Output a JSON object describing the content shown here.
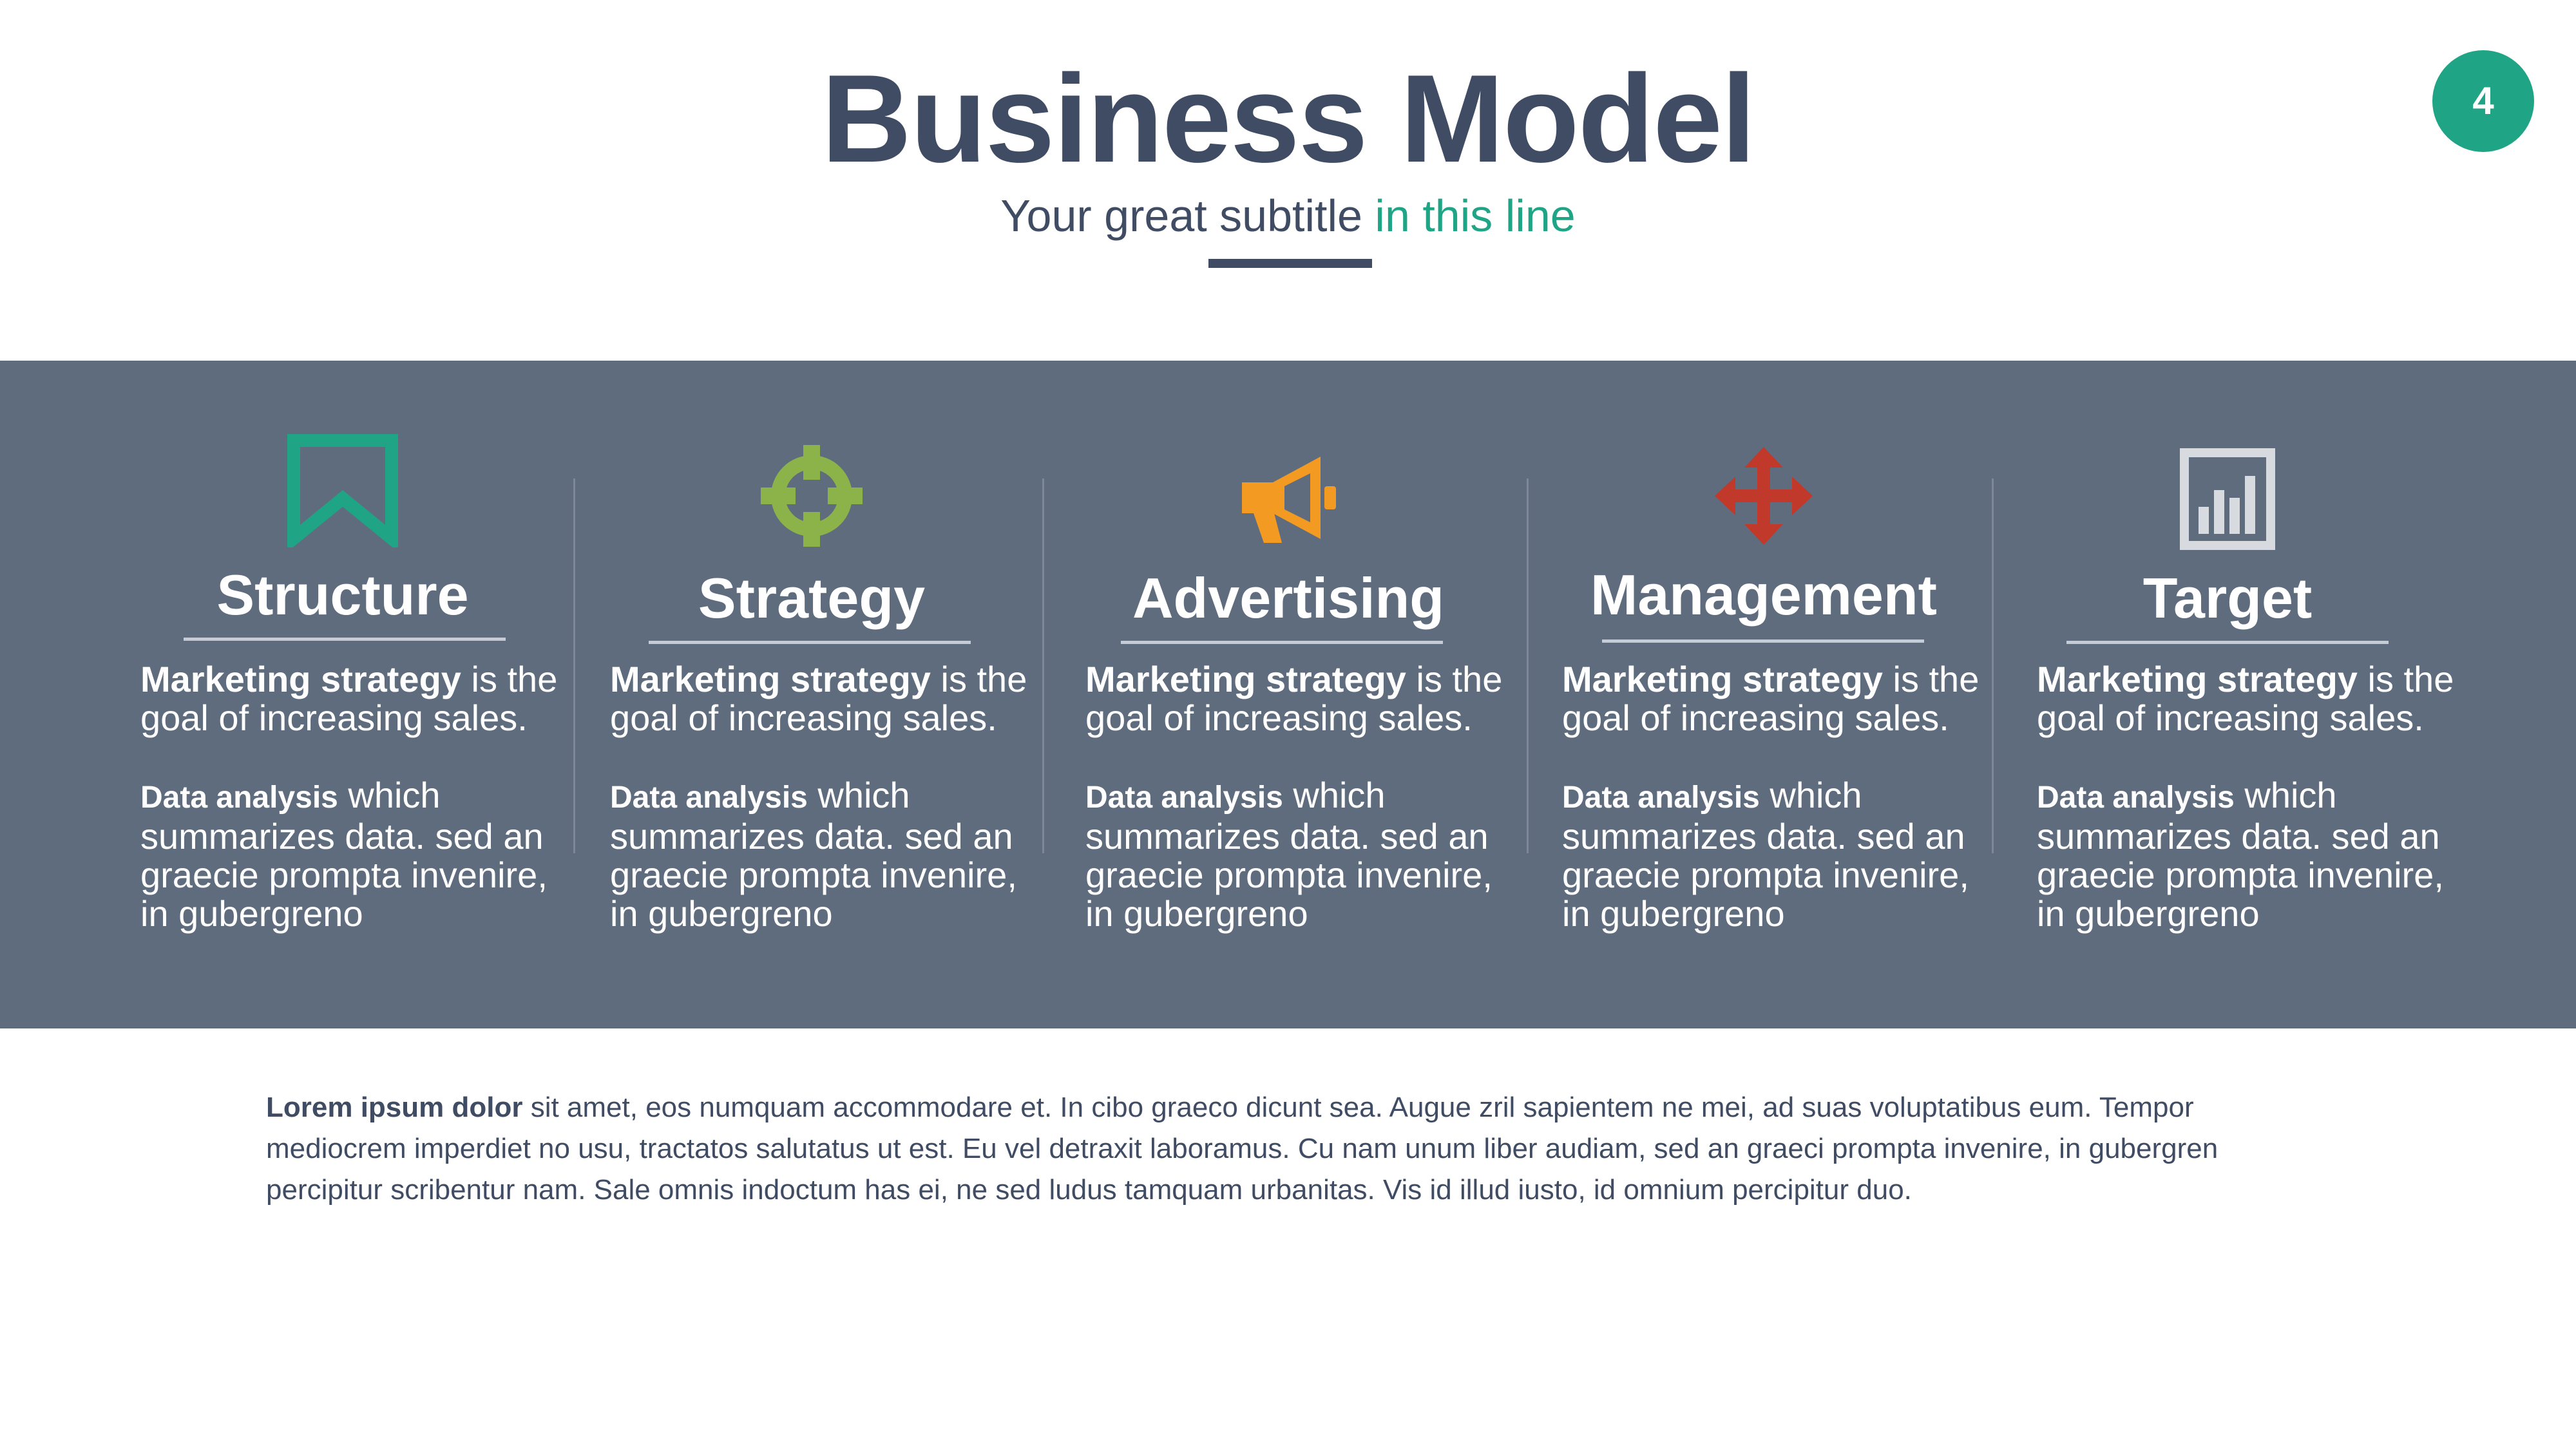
{
  "header": {
    "title": "Business Model",
    "subtitle_main": "Your great subtitle ",
    "subtitle_accent": "in this line",
    "page_number": "4"
  },
  "columns": [
    {
      "icon": "bookmark-icon",
      "icon_color": "#1fa585",
      "heading": "Structure",
      "line1_bold": "Marketing strategy",
      "line1_rest": " is the goal of increasing sales.",
      "line2_bold": "Data analysis",
      "line2_rest": " which summarizes data. sed an graecie prompta invenire, in gubergreno"
    },
    {
      "icon": "crosshair-icon",
      "icon_color": "#8cb34a",
      "heading": "Strategy",
      "line1_bold": "Marketing strategy",
      "line1_rest": " is the goal of increasing sales.",
      "line2_bold": "Data analysis",
      "line2_rest": " which summarizes data. sed an graecie prompta invenire, in gubergreno"
    },
    {
      "icon": "megaphone-icon",
      "icon_color": "#f29a22",
      "heading": "Advertising",
      "line1_bold": "Marketing strategy",
      "line1_rest": " is the goal of increasing sales.",
      "line2_bold": "Data analysis",
      "line2_rest": " which summarizes data. sed an graecie prompta invenire, in gubergreno"
    },
    {
      "icon": "move-arrows-icon",
      "icon_color": "#c0392b",
      "heading": "Management",
      "line1_bold": "Marketing strategy",
      "line1_rest": " is the goal of increasing sales.",
      "line2_bold": "Data analysis",
      "line2_rest": " which summarizes data. sed an graecie prompta invenire, in gubergreno"
    },
    {
      "icon": "bar-chart-icon",
      "icon_color": "#d7dbe0",
      "heading": "Target",
      "line1_bold": "Marketing strategy",
      "line1_rest": " is the goal of increasing sales.",
      "line2_bold": "Data analysis",
      "line2_rest": " which summarizes data. sed an graecie prompta invenire, in gubergreno"
    }
  ],
  "footer": {
    "lead_bold": "Lorem ipsum dolor",
    "body": " sit amet, eos numquam accommodare et. In cibo graeco dicunt sea. Augue zril sapientem ne mei, ad suas voluptatibus eum. Tempor mediocrem imperdiet no usu, tractatos salutatus ut est. Eu vel detraxit laboramus. Cu nam unum liber audiam, sed an graeci prompta invenire, in gubergren percipitur scribentur nam. Sale omnis indoctum has ei, ne sed ludus tamquam urbanitas. Vis id illud iusto, id omnium percipitur duo."
  }
}
